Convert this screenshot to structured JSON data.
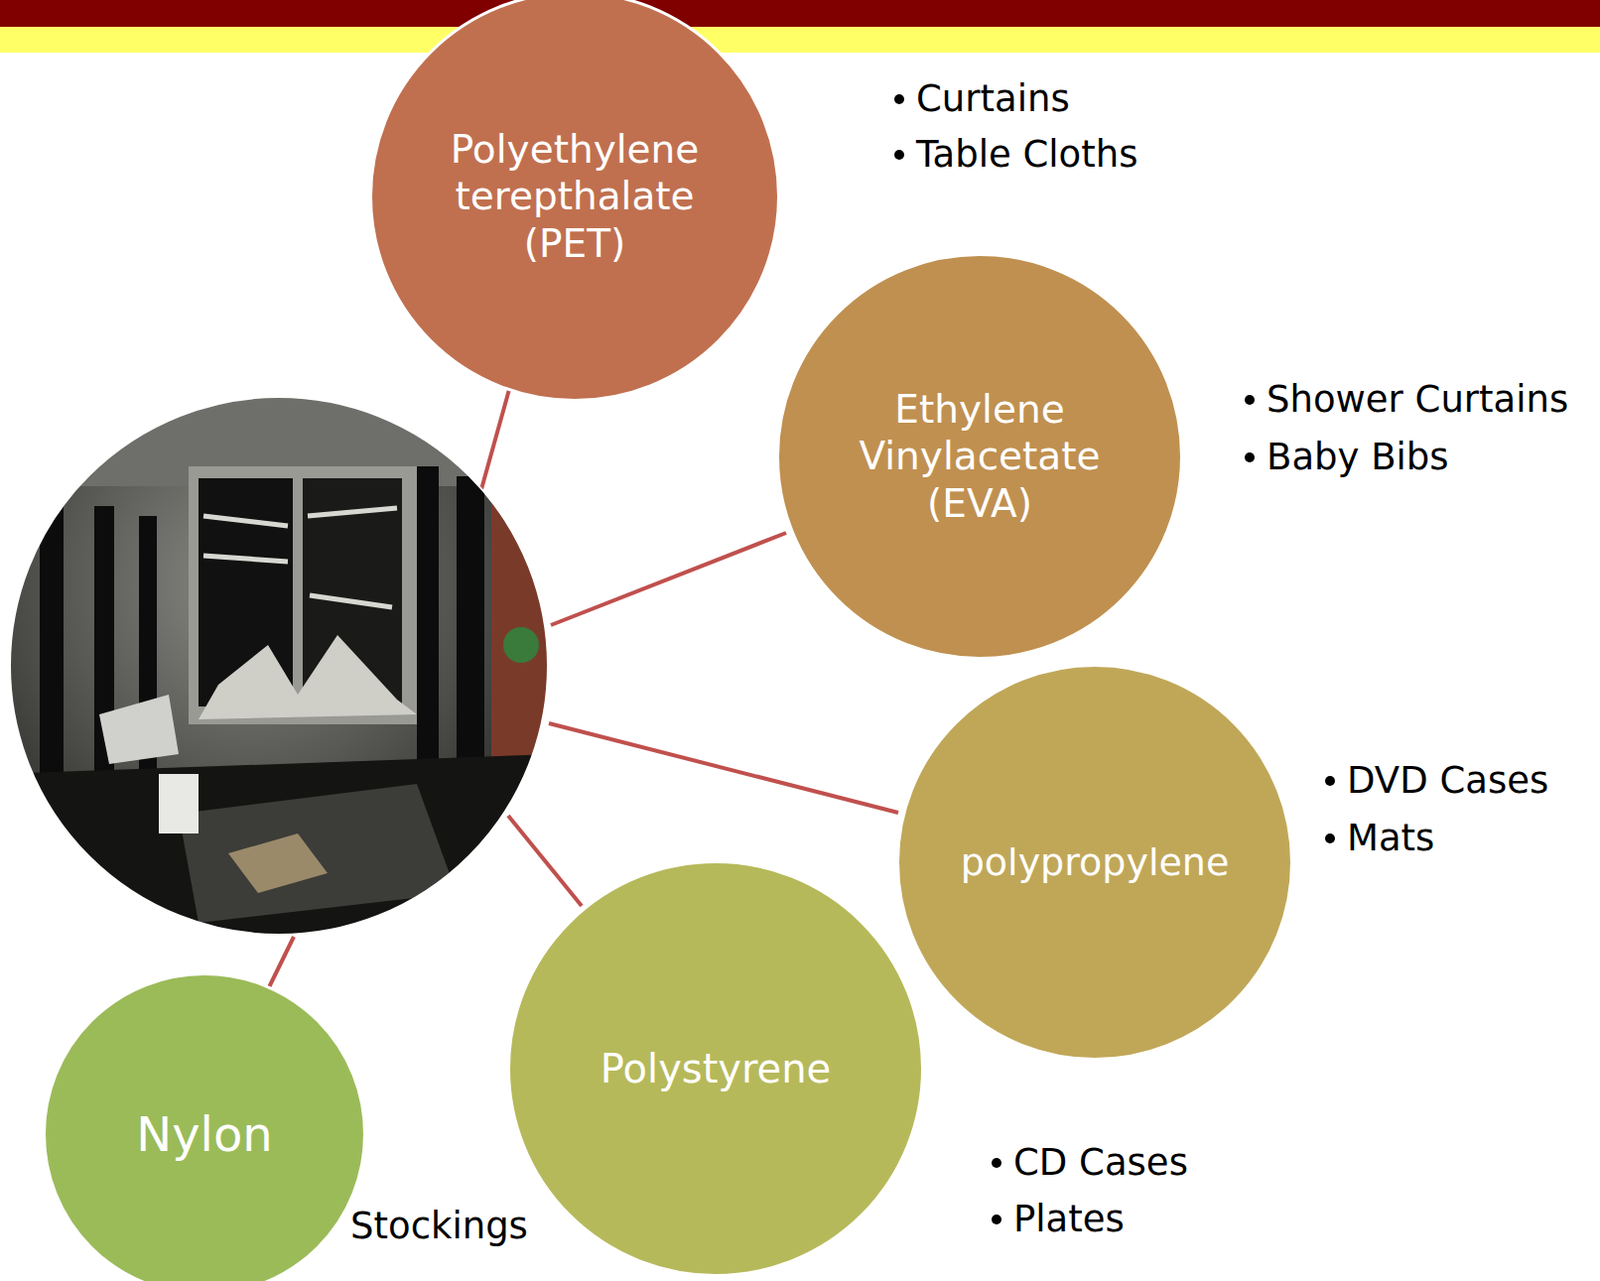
{
  "diagram": {
    "nodes": [
      {
        "text": [
          "Polyethylene terepthalate (PET)"
        ]
      },
      {
        "text": [
          "Ethylene Vinylacetate (EVA)"
        ]
      },
      {
        "text": [
          "polypropylene"
        ]
      },
      {
        "text": [
          "Polystyrene"
        ]
      },
      {
        "text": [
          "Nylon"
        ]
      }
    ],
    "labels": [
      "Curtains",
      "Table Cloths",
      "Shower Curtains",
      "Baby Bibs",
      "DVD Cases",
      "Mats",
      "CD Cases",
      "Plates",
      "Stockings"
    ]
  }
}
